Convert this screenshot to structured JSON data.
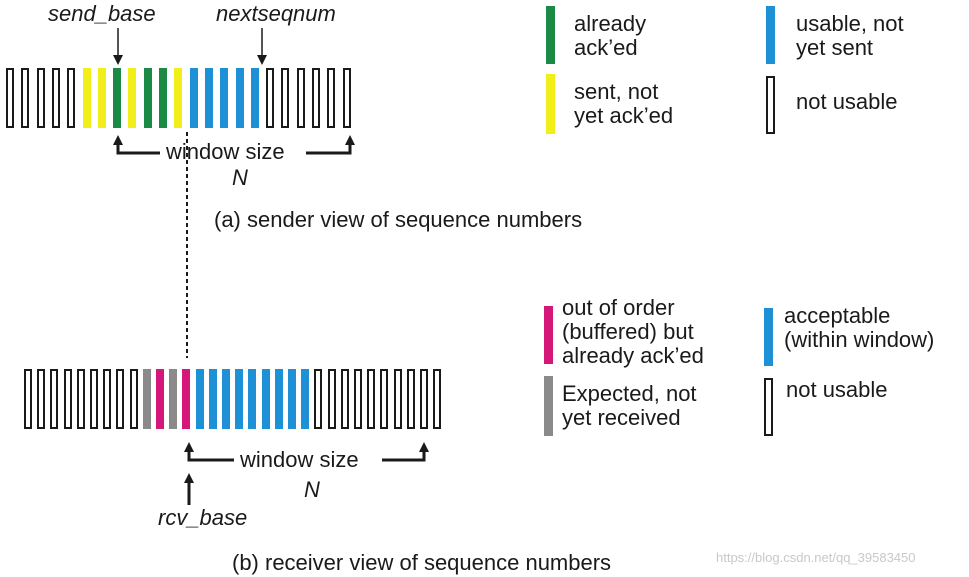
{
  "colors": {
    "acked": "#1a8a44",
    "sent": "#f2ee1a",
    "usable": "#1e90d6",
    "buffered": "#d6177a",
    "expected": "#8a8a8a",
    "outline": "#1a1a1a"
  },
  "sender": {
    "send_base": "send_base",
    "nextseqnum": "nextseqnum",
    "window_size": "window size",
    "n": "N",
    "caption": "(a) sender view of sequence numbers",
    "slots": [
      "empty",
      "empty",
      "empty",
      "empty",
      "empty",
      "sent",
      "sent",
      "acked",
      "sent",
      "acked",
      "acked",
      "sent",
      "usable",
      "usable",
      "usable",
      "usable",
      "usable",
      "empty",
      "empty",
      "empty",
      "empty",
      "empty",
      "empty"
    ],
    "legend": [
      {
        "kind": "acked",
        "lines": [
          "already",
          "ack’ed"
        ]
      },
      {
        "kind": "usable",
        "lines": [
          "usable, not",
          "yet sent"
        ]
      },
      {
        "kind": "sent",
        "lines": [
          "sent, not",
          "yet ack’ed"
        ]
      },
      {
        "kind": "empty",
        "lines": [
          "not usable"
        ]
      }
    ]
  },
  "receiver": {
    "rcv_base": "rcv_base",
    "window_size": "window size",
    "n": "N",
    "caption": "(b) receiver view of sequence numbers",
    "slots": [
      "empty",
      "empty",
      "empty",
      "empty",
      "empty",
      "empty",
      "empty",
      "empty",
      "empty",
      "expected",
      "buffered",
      "expected",
      "buffered",
      "usable",
      "usable",
      "usable",
      "usable",
      "usable",
      "usable",
      "usable",
      "usable",
      "usable",
      "empty",
      "empty",
      "empty",
      "empty",
      "empty",
      "empty",
      "empty",
      "empty",
      "empty",
      "empty"
    ],
    "legend": [
      {
        "kind": "buffered",
        "lines": [
          "out of order",
          "(buffered) but",
          "already ack’ed"
        ]
      },
      {
        "kind": "usable",
        "lines": [
          "acceptable",
          "(within window)"
        ]
      },
      {
        "kind": "expected",
        "lines": [
          "Expected, not",
          "yet received"
        ]
      },
      {
        "kind": "empty",
        "lines": [
          "not usable"
        ]
      }
    ]
  },
  "watermark": "https://blog.csdn.net/qq_39583450"
}
